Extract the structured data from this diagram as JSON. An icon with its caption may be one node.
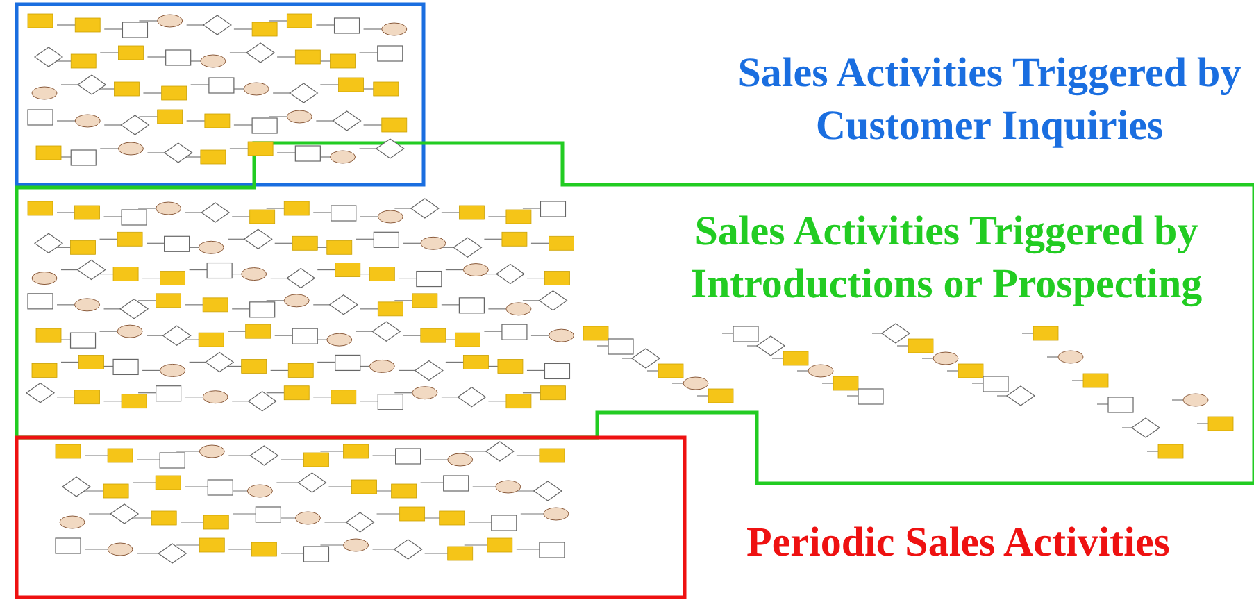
{
  "diagram": {
    "labels": [
      "Sales Activities Triggered by Customer Inquiries",
      "Sales Activities Triggered by Introductions or Prospecting",
      "Periodic Sales Activities"
    ]
  }
}
